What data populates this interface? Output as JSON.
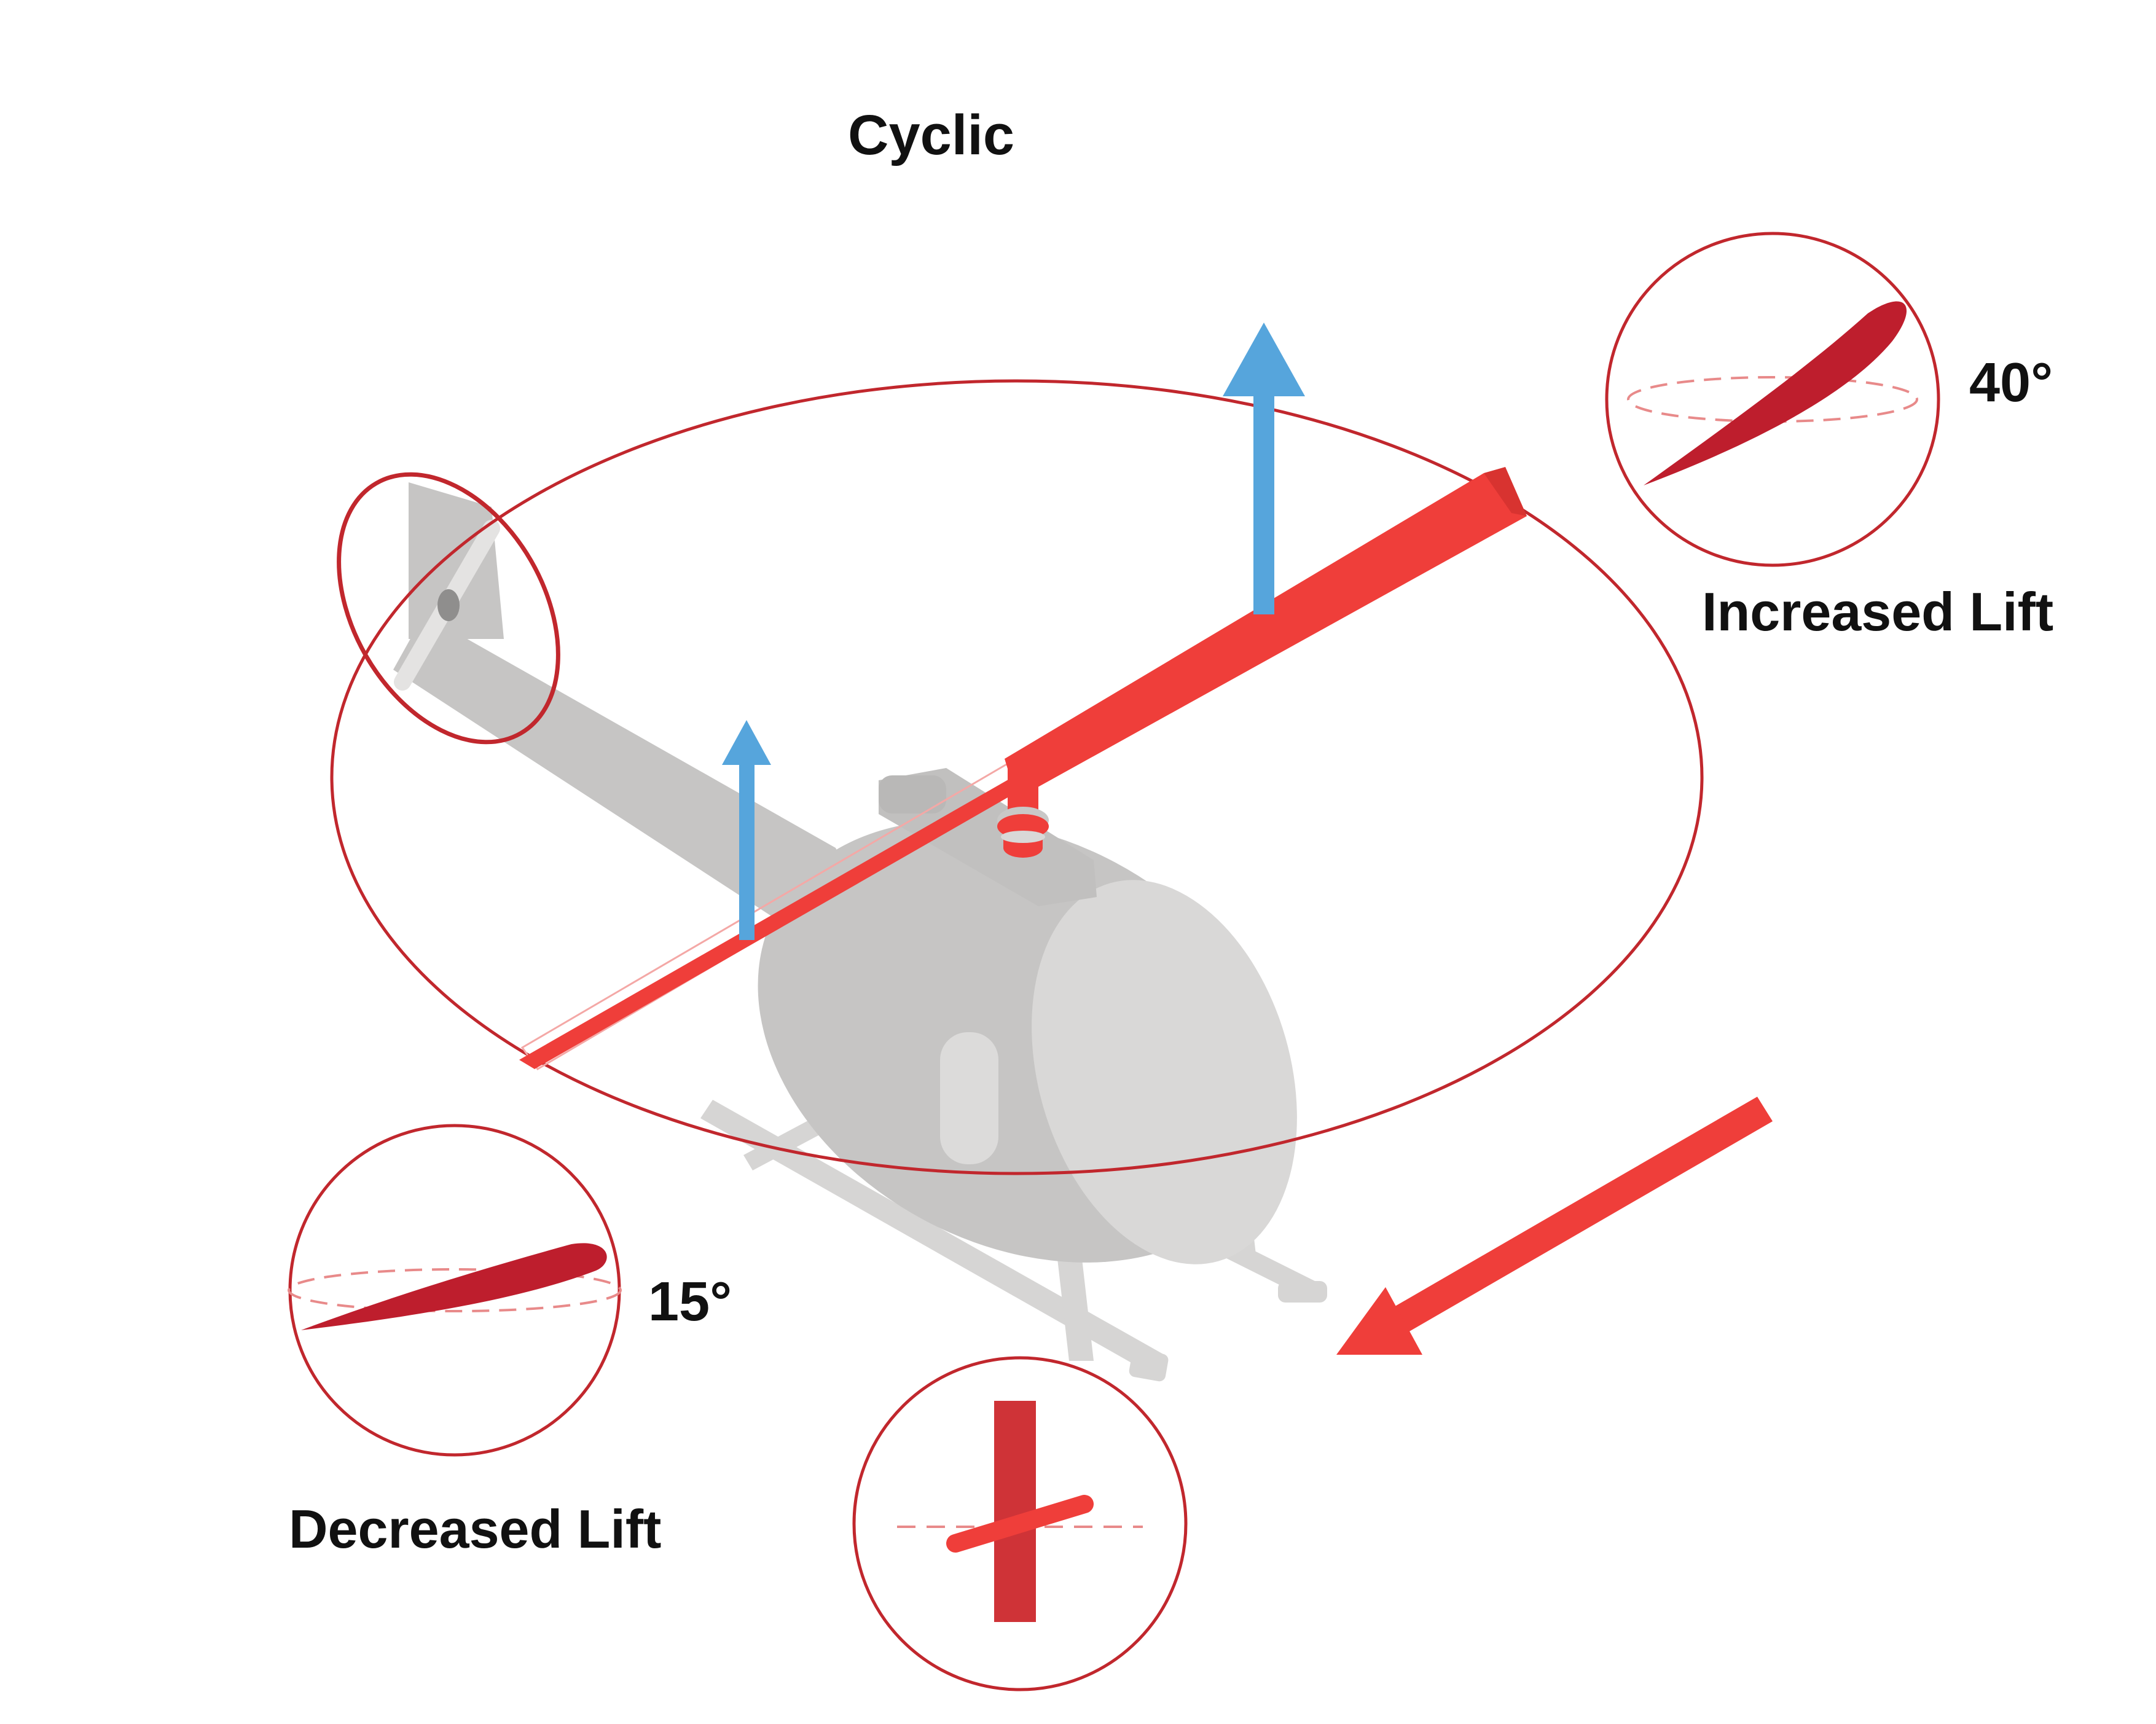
{
  "title": "Cyclic",
  "increased": {
    "label": "Increased Lift",
    "angle": "40°"
  },
  "decreased": {
    "label": "Decreased Lift",
    "angle": "15°"
  },
  "colors": {
    "rotor_ring": "#c1272d",
    "blade": "#ef3e3a",
    "airfoil": "#be1e2d",
    "lift_arrow": "#56a5dc",
    "fuselage": "#c6c5c4",
    "fuselage_light": "#d9d8d7",
    "text": "#111111"
  },
  "icons": {
    "lift_arrows": "up-arrow",
    "direction_arrow": "diagonal-arrow",
    "swashplate_detail": "cyclic-tilt-icon"
  }
}
